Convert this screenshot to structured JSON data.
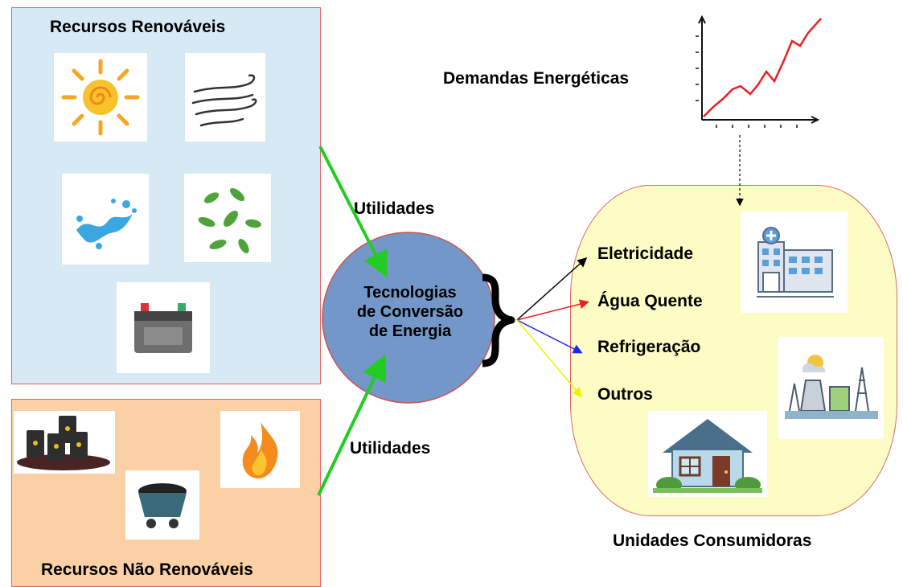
{
  "renewable": {
    "title": "Recursos Renováveis"
  },
  "non_renewable": {
    "title": "Recursos Não Renováveis"
  },
  "utilities_top": "Utilidades",
  "utilities_bottom": "Utilidades",
  "conversion": {
    "line1": "Tecnologias",
    "line2": "de Conversão",
    "line3": "de Energia"
  },
  "demands": {
    "title": "Demandas Energéticas"
  },
  "outputs": [
    "Eletricidade",
    "Água Quente",
    "Refrigeração",
    "Outros"
  ],
  "consumers": {
    "title": "Unidades Consumidoras"
  },
  "colors": {
    "renewable_bg": "#d7e9f5",
    "non_renewable_bg": "#fbd0a4",
    "circle": "#7397c9",
    "consumers_bg": "#fcfcc4",
    "arrow_green": "#22cc22",
    "out_electricity": "#000000",
    "out_hot_water": "#ee2222",
    "out_cooling": "#2222ee",
    "out_others": "#f2f200"
  }
}
